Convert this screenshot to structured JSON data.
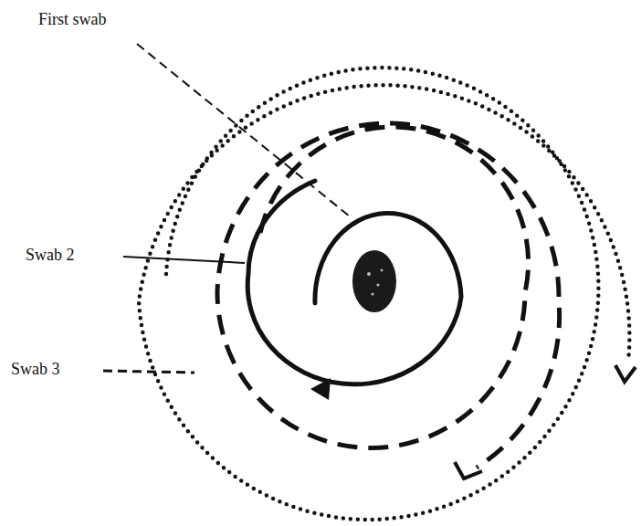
{
  "diagram": {
    "labels": [
      "First swab",
      "Swab 2",
      "Swab 3"
    ]
  }
}
